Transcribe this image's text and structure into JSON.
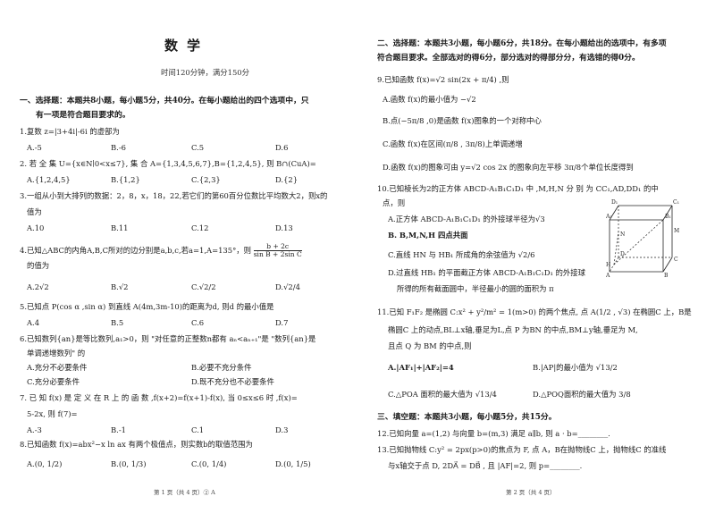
{
  "header": {
    "title": "数学",
    "subtitle": "时间120分钟，满分150分"
  },
  "left": {
    "section1_line1": "一、选择题：本题共8小题，每小题5分，共40分。在每小题给出的四个选项中，只",
    "section1_line2": "有一项是符合题目要求的。",
    "q1": "1.复数 z=|3+4i|-6i 的虚部为",
    "q1_opts": [
      "A.-5",
      "B.-6",
      "C.5",
      "D.6"
    ],
    "q2": "2. 若 全 集 U={x∈N∣0<x≤7}, 集 合 A={1,3,4,5,6,7},B={1,2,4,5}, 则 B∩(CuA)=",
    "q2_opts": [
      "A.{1,2,4,5}",
      "B.{1,2}",
      "C.{2,3}",
      "D.{2}"
    ],
    "q3_line1": "3.一组从小到大排列的数据：2，8，x，18，22,若它们的第60百分位数比平均数大2，则x的",
    "q3_line2": "值为",
    "q3_opts": [
      "A.10",
      "B.11",
      "C.12",
      "D.13"
    ],
    "q4_line1": "4.已知△ABC的内角A,B,C所对的边分别是a,b,c,若a=1,A=135°，则",
    "q4_frac_num": "b + 2c",
    "q4_frac_den": "sin B + 2sin C",
    "q4_line2": "的值为",
    "q4_opts": [
      "A.2√2",
      "B.√2",
      "C.√2/2",
      "D.√2/4"
    ],
    "q5": "5.已知点 P(cos α ,sin α) 到直线 A(4m,3m-10)的距离为d, 则d 的最小值是",
    "q5_opts": [
      "A.4",
      "B.5",
      "C.6",
      "D.7"
    ],
    "q6_line1": "6.已知数列{an}是等比数列,a₁>0，则 \"对任意的正整数n都有 aₙ<aₙ₊₁\"是 \"数列{an}是",
    "q6_line2": "单调递增数列\" 的",
    "q6_opts": [
      "A.充分不必要条件",
      "B.必要不充分条件",
      "C.充分必要条件",
      "D.既不充分也不必要条件"
    ],
    "q7_line1": "7. 已 知 f(x) 是 定 义 在 R 上 的 函 数 ,f(x+2)=f(x+1)-f(x), 当 0≤x≤6 时 ,f(x)=",
    "q7_line2": "5-2x, 则     f(7)=",
    "q7_opts": [
      "A.-3",
      "B.-1",
      "C.1",
      "D.3"
    ],
    "q8": "8.已知函数 f(x)=abx²−x ln ax 有两个极值点，则实数b的取值范围为",
    "q8_opts": [
      "A.(0, 1/2)",
      "B.(0, 1/3)",
      "C.(0, 1/4)",
      "D.(0, 1/5)"
    ],
    "footer": "第 1 页（共 4 页）② A"
  },
  "right": {
    "section2_line1": "二、选择题：本题共3小题，每小题6分，共18分。在每小题给出的选项中，有多项",
    "section2_line2": "符合题目要求。全部选对的得6分，部分选对的得部分分，有选错的得0分。",
    "q9": "9.已知函数 f(x)=√2 sin(2x + π/4) ,则",
    "q9_opts": [
      "A.函数 f(x)的最小值为 −√2",
      "B.点(−5π/8 ,0)是函数 f(x)图象的一个对称中心",
      "C.函数 f(x)在区间(π/8 , 3π/8)上单调递增",
      "D.函数 f(x)的图象可由 y=√2 cos 2x 的图象向左平移 3π/8个单位长度得到"
    ],
    "q10_line1": "10.已知棱长为2的正方体 ABCD-A₁B₁C₁D₁ 中 ,M,H,N   分 别 为 CC₁,AD,DD₁ 的中",
    "q10_line2": "点，则",
    "q10_opts": [
      "A.正方体 ABCD-A₁B₁C₁D₁ 的外接球半径为√3",
      "B. B,M,N,H  四点共面",
      "C.直线 HN 与 HB₁ 所成角的余弦值为 √2/6",
      "D.过直线 HB₁ 的平面截正方体 ABCD-A₁B₁C₁D₁ 的外接球",
      "所得的所有截面圆中，半径最小的圆的面积为 π"
    ],
    "cube_labels": [
      "D₁",
      "C₁",
      "A₁",
      "B₁",
      "D",
      "C",
      "A",
      "B",
      "H",
      "N",
      "M"
    ],
    "q11_line1": "11.已知 F₁F₂ 是椭圆 C:x² + y²/m² = 1(m>0) 的两个焦点, 点 A(1/2 , √3) 在椭圆C 上，B是",
    "q11_line2": "椭圆C 上的动点,BL⊥x轴,垂足为L,点 P 为BN 的中点,BM⊥y轴,垂足为 M,",
    "q11_line3": "且点 Q 为 BM 的中点,则",
    "q11_opts": [
      "A.|AF₁|+|AF₂|=4",
      "B.|AP|的最小值为 √13/2",
      "C.△POA 面积的最大值为 √13/4",
      "D.△POQ面积的最大值为 3/8"
    ],
    "section3": "三、填空题：本题共3小题，每小题5分，共15分。",
    "q12": "12.已知向量 a=(1,2) 与向量 b=(m,3) 满足 a∥b, 则 a · b=________.",
    "q13_line1": "13.已知抛物线 C:y² = 2px(p>0)的焦点为 F, 点 A，B在抛物线C 上，抛物线C 的准线",
    "q13_line2": "与x轴交于点 D, 2DA⃗ = DB⃗ , 且 |AF|=2, 则 p=________.",
    "footer": "第 2 页（共 4 页）"
  }
}
